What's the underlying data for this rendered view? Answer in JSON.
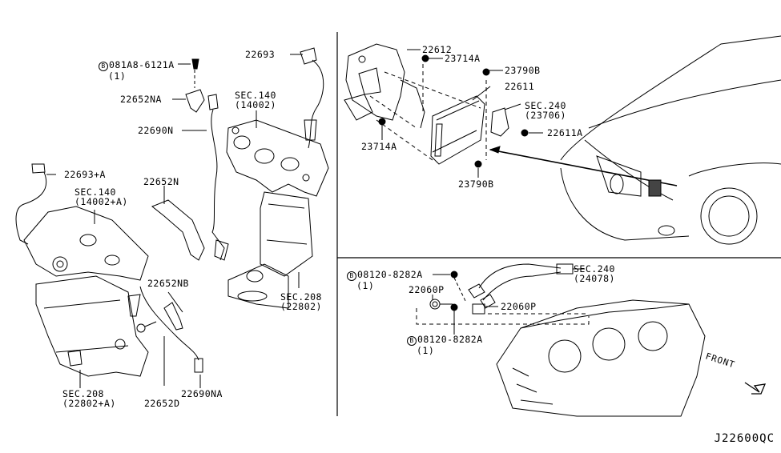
{
  "diagram": {
    "code": "J22600QC",
    "front_label": "FRONT",
    "bolt_marker": "B",
    "left_panel": {
      "labels": [
        {
          "id": "bolt-081a8",
          "text": "081A8-6121A",
          "sub": "(1)",
          "bolt": true
        },
        {
          "id": "22652NA",
          "text": "22652NA"
        },
        {
          "id": "22690N-top",
          "text": "22690N"
        },
        {
          "id": "22693",
          "text": "22693"
        },
        {
          "id": "sec140",
          "text": "SEC.140",
          "sub": "(14002)"
        },
        {
          "id": "22693A",
          "text": "22693+A"
        },
        {
          "id": "sec140a",
          "text": "SEC.140",
          "sub": "(14002+A)"
        },
        {
          "id": "22652N",
          "text": "22652N"
        },
        {
          "id": "22652NB",
          "text": "22652NB"
        },
        {
          "id": "sec208",
          "text": "SEC.208",
          "sub": "(22802)"
        },
        {
          "id": "sec208a",
          "text": "SEC.208",
          "sub": "(22802+A)"
        },
        {
          "id": "22652D",
          "text": "22652D"
        },
        {
          "id": "22690NA",
          "text": "22690NA"
        }
      ]
    },
    "top_right_panel": {
      "labels": [
        {
          "id": "22612",
          "text": "22612"
        },
        {
          "id": "23714A-top",
          "text": "23714A"
        },
        {
          "id": "23790B-top",
          "text": "23790B"
        },
        {
          "id": "22611",
          "text": "22611"
        },
        {
          "id": "sec240-23706",
          "text": "SEC.240",
          "sub": "(23706)"
        },
        {
          "id": "22611A",
          "text": "22611A"
        },
        {
          "id": "23714A-bottom",
          "text": "23714A"
        },
        {
          "id": "23790B-bottom",
          "text": "23790B"
        }
      ]
    },
    "bottom_right_panel": {
      "labels": [
        {
          "id": "bolt-08120-top",
          "text": "08120-8282A",
          "sub": "(1)",
          "bolt": true
        },
        {
          "id": "sec240-24078",
          "text": "SEC.240",
          "sub": "(24078)"
        },
        {
          "id": "22060P-left",
          "text": "22060P"
        },
        {
          "id": "22060P-right",
          "text": "22060P"
        },
        {
          "id": "bolt-08120-bottom",
          "text": "08120-8282A",
          "sub": "(1)",
          "bolt": true
        }
      ]
    }
  }
}
